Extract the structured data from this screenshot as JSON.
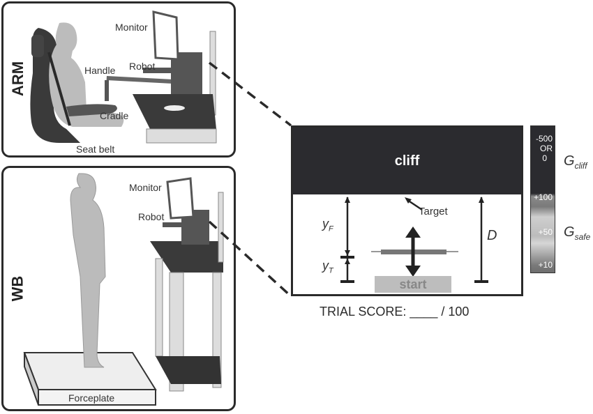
{
  "panels": {
    "arm": {
      "title": "ARM",
      "labels": {
        "monitor": "Monitor",
        "robot": "Robot",
        "handle": "Handle",
        "cradle": "Cradle",
        "seat_belt": "Seat belt"
      }
    },
    "wb": {
      "title": "WB",
      "labels": {
        "monitor": "Monitor",
        "robot": "Robot",
        "forceplate": "Forceplate"
      }
    }
  },
  "task_display": {
    "cliff_label": "cliff",
    "target_label": "Target",
    "start_label": "start",
    "yF_label": "y",
    "yF_sub": "F",
    "yT_label": "y",
    "yT_sub": "T",
    "D_label": "D",
    "score_text": "TRIAL SCORE:  ____ / 100"
  },
  "gain_bar": {
    "cliff_values": [
      "-500",
      "OR",
      "0"
    ],
    "safe_values": [
      "+100",
      "+50",
      "+10"
    ],
    "g_cliff": {
      "main": "G",
      "sub": "cliff"
    },
    "g_safe": {
      "main": "G",
      "sub": "safe"
    }
  }
}
